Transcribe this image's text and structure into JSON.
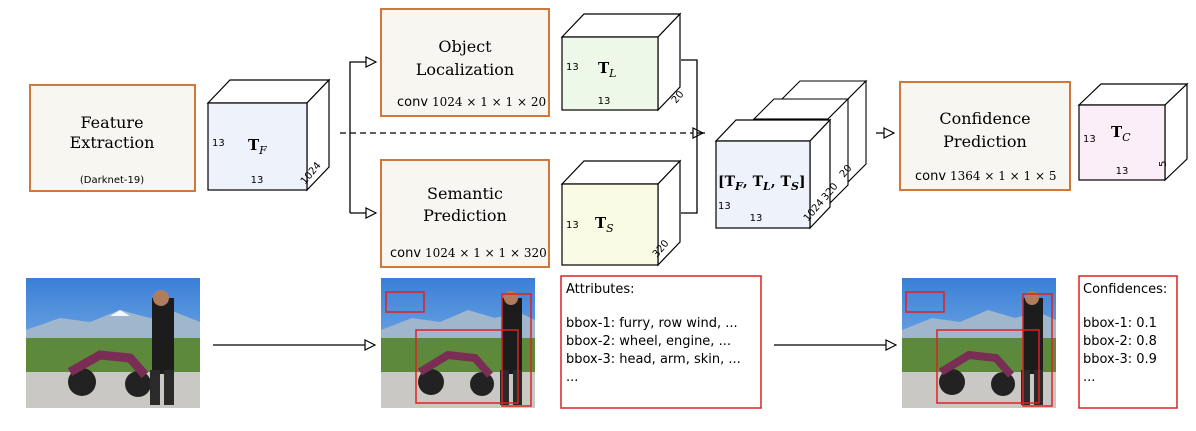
{
  "modules": {
    "feature_extraction": {
      "line1": "Feature",
      "line2": "Extraction",
      "backbone": "(Darknet-19)"
    },
    "object_localization": {
      "line1": "Object",
      "line2": "Localization",
      "conv": "conv",
      "conv_dims": "1024 × 1 × 1 × 20"
    },
    "semantic_prediction": {
      "line1": "Semantic",
      "line2": "Prediction",
      "conv": "conv",
      "conv_dims": "1024 × 1 × 1 × 320"
    },
    "confidence_prediction": {
      "line1": "Confidence",
      "line2": "Prediction",
      "conv": "conv",
      "conv_dims": "1364 × 1 × 1 × 5"
    }
  },
  "tensors": {
    "tf": {
      "symbol": "T",
      "sub": "F",
      "height": "13",
      "width": "13",
      "depth": "1024"
    },
    "tl": {
      "symbol": "T",
      "sub": "L",
      "height": "13",
      "width": "13",
      "depth": "20"
    },
    "ts": {
      "symbol": "T",
      "sub": "S",
      "height": "13",
      "width": "13",
      "depth": "320"
    },
    "concat": {
      "label": "[T_F, T_L, T_S]",
      "height": "13",
      "width": "13",
      "depth_a": "1024",
      "depth_b": "320",
      "depth_c": "20"
    },
    "tc": {
      "symbol": "T",
      "sub": "C",
      "height": "13",
      "width": "13",
      "depth": "5"
    }
  },
  "attributes_panel": {
    "title": "Attributes:",
    "rows": [
      "bbox-1: furry, row wind, ...",
      "bbox-2: wheel, engine, ...",
      "bbox-3: head, arm, skin, ...",
      "..."
    ]
  },
  "confidences_panel": {
    "title": "Confidences:",
    "rows": [
      "bbox-1:  0.1",
      "bbox-2:  0.8",
      "bbox-3:  0.9",
      "..."
    ]
  },
  "colors": {
    "module_border": "#d0783a",
    "module_fill": "#f7f6f1",
    "tf_fill": "#eef3fb",
    "tl_fill": "#eef8e8",
    "ts_fill": "#fafbe4",
    "tc_fill": "#fbeef8",
    "bbox": "#dd2222"
  }
}
